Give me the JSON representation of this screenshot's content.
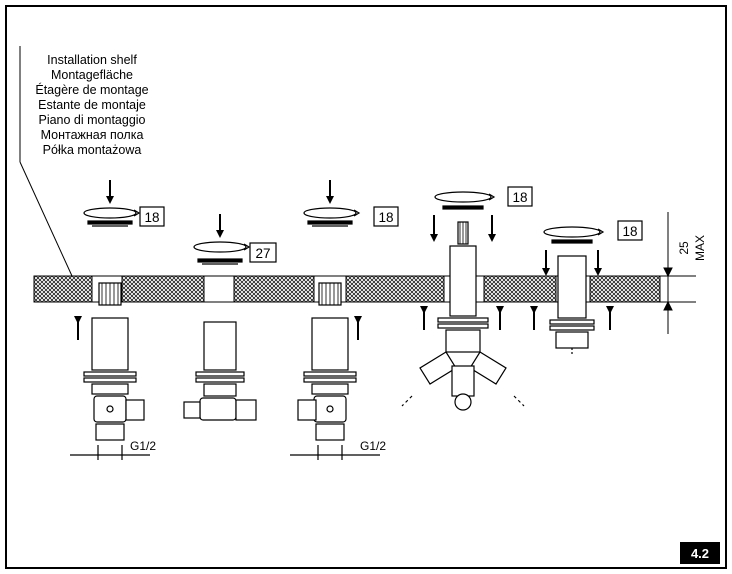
{
  "labels": {
    "shelf_names": [
      "Installation shelf",
      "Montagefläche",
      "Étagère de montage",
      "Estante de montaje",
      "Piano di montaggio",
      "Монтажная полка",
      "Półka montażowa"
    ],
    "wrench_sizes": [
      "18",
      "27",
      "18",
      "18",
      "18"
    ],
    "thread_size": "G1/2",
    "max_depth_value": "25",
    "max_depth_unit": "MAX",
    "figure_number": "4.2"
  },
  "colors": {
    "line": "#000000",
    "hatch": "#000000",
    "badge_bg": "#000000",
    "background": "#ffffff"
  }
}
